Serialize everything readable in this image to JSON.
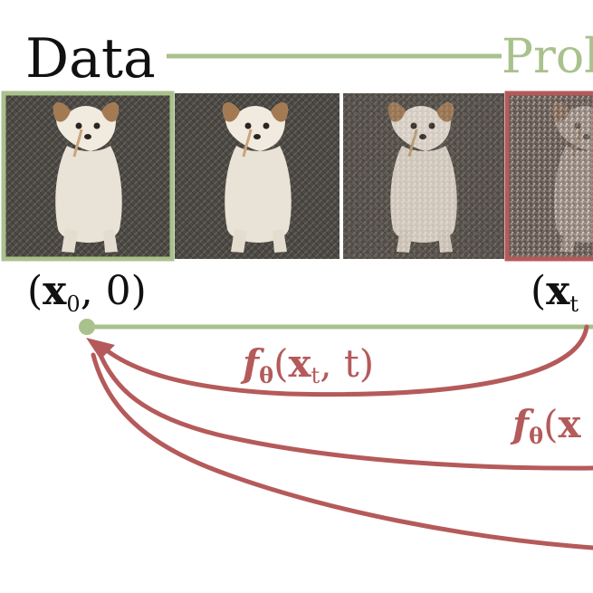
{
  "header": {
    "data_label": "Data",
    "prob_label": "Prob"
  },
  "points": {
    "left": {
      "open": "(",
      "bold": "x",
      "sub": "0",
      "rest": ", 0)"
    },
    "right": {
      "open": "(",
      "bold": "x",
      "sub": "t"
    }
  },
  "arrows": {
    "arrow1": {
      "fn": "f",
      "theta": "θ",
      "open": "(",
      "bold": "x",
      "sub": "t",
      "rest": ", t)"
    },
    "arrow2": {
      "fn": "f",
      "theta": "θ",
      "open": "(",
      "bold": "x"
    }
  },
  "colors": {
    "green": "#a9c18c",
    "red": "#b55a5a",
    "carpet": "#4c4944",
    "dog": "#e9e2d6",
    "ear": "#a47a52",
    "noise": "#8d7d74"
  },
  "panels": [
    {
      "name": "clean",
      "noise_level": 0
    },
    {
      "name": "slightly-noisy",
      "noise_level": 0.1
    },
    {
      "name": "noisier",
      "noise_level": 0.25
    },
    {
      "name": "very-noisy",
      "noise_level": 0.7
    }
  ]
}
